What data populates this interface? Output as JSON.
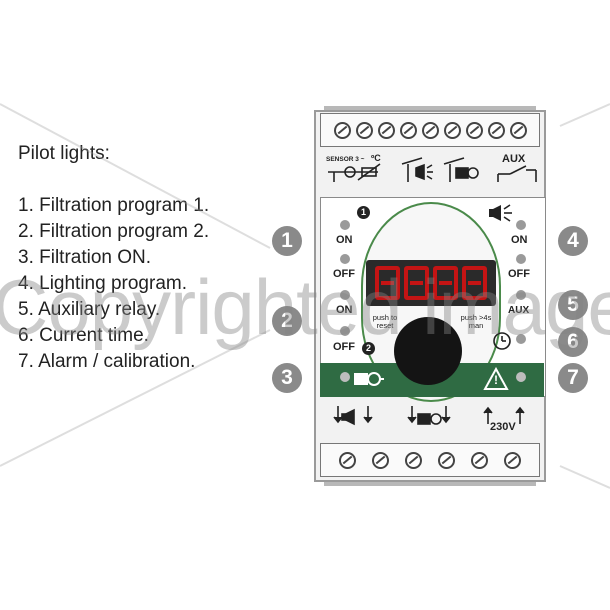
{
  "legend": {
    "title": "Pilot lights:",
    "items": [
      "1. Filtration program 1.",
      "2. Filtration program 2.",
      "3. Filtration ON.",
      "4. Lighting program.",
      "5. Auxiliary relay.",
      "6. Current time.",
      "7. Alarm / calibration."
    ]
  },
  "callouts": [
    "1",
    "2",
    "3",
    "4",
    "5",
    "6",
    "7"
  ],
  "device": {
    "sensor_label": "SENSOR 3 ~",
    "sensor_unit": "ºC",
    "aux_label": "AUX",
    "supply_label": "230V",
    "on_label": "ON",
    "off_label": "OFF",
    "aux_small": "AUX",
    "push_left": "push to reset",
    "push_right": "push >4s man",
    "badge_1": "1",
    "badge_2": "2",
    "alarm_symbol": "!"
  },
  "watermark": "Copyrighted image",
  "colors": {
    "panel_green": "#2f6b43",
    "display_red": "#c41414",
    "callout_grey": "#8a8a8a"
  }
}
